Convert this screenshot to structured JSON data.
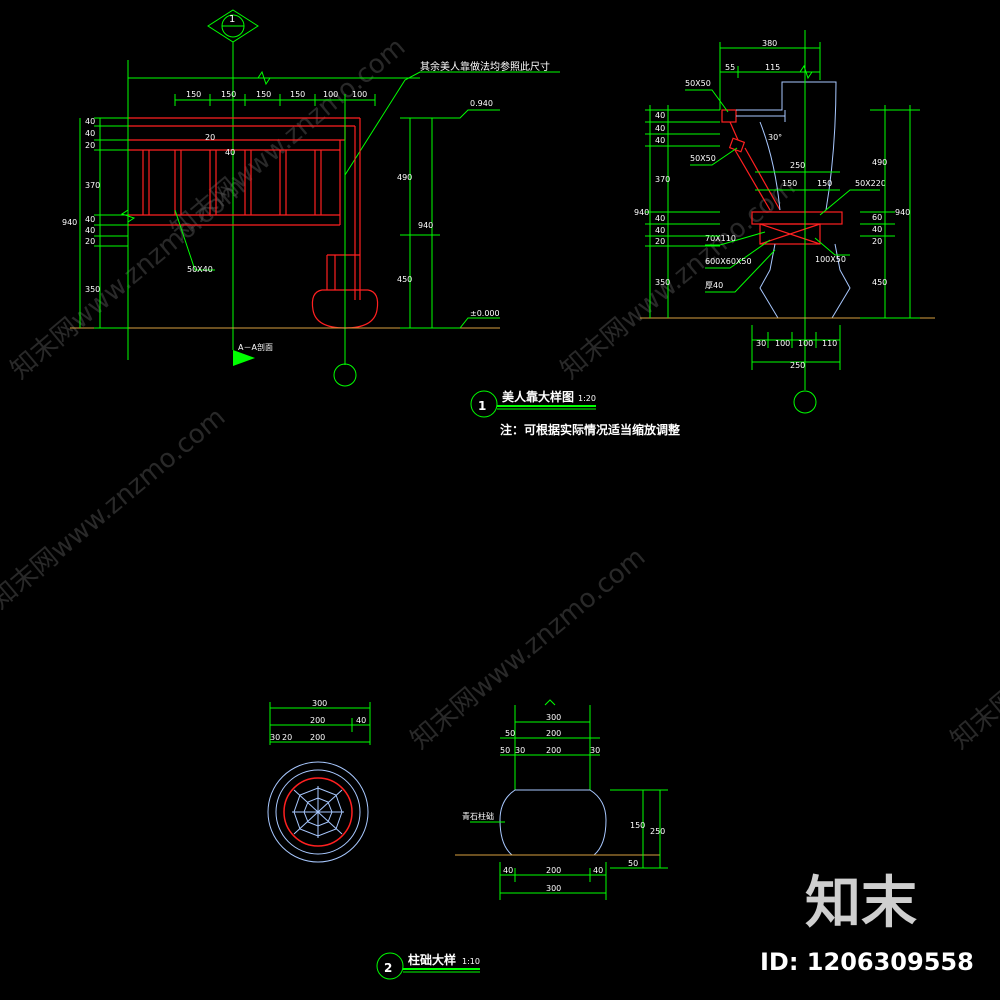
{
  "detail1": {
    "marker": "1",
    "title": "美人靠大样图",
    "scale": "1:20",
    "note": "注：可根据实际情况适当缩放调整",
    "elev_top": "0.940",
    "elev_ground": "±0.000",
    "section_label": "A－A剖面",
    "leader_label": "其余美人靠做法均参照此尺寸",
    "member_label": "50X40",
    "top_dims": [
      "150",
      "150",
      "150",
      "150",
      "100",
      "100"
    ],
    "left_dims": [
      "40",
      "40",
      "20",
      "370",
      "40",
      "40",
      "20",
      "350"
    ],
    "left_total": "940",
    "right_dims": [
      "490",
      "450"
    ],
    "right_total": "940",
    "small_dims": [
      "20",
      "40"
    ]
  },
  "section": {
    "top_dims": [
      "55",
      "115"
    ],
    "top_total": "380",
    "labels": [
      "50X50",
      "50X50",
      "70X110",
      "600X60X50",
      "厚40",
      "100X50",
      "50X220",
      "30°"
    ],
    "mid_dims": [
      "150",
      "150"
    ],
    "mid_total": "250",
    "left_dims": [
      "40",
      "40",
      "40",
      "370",
      "40",
      "40",
      "20",
      "350"
    ],
    "left_total": "940",
    "right_dims": [
      "490",
      "450"
    ],
    "right_total": "940",
    "right_small": [
      "60",
      "40",
      "20"
    ],
    "bottom_dims": [
      "30",
      "100",
      "100",
      "110"
    ],
    "bottom_total": "250"
  },
  "detail2": {
    "marker": "2",
    "title": "柱础大样",
    "scale": "1:10",
    "plan_dims": {
      "total": "300",
      "row2": [
        "200",
        "40"
      ],
      "row3": [
        "30",
        "20",
        "200"
      ]
    },
    "elev_dims": {
      "top": "300",
      "row2": [
        "50",
        "200"
      ],
      "row3": [
        "50",
        "30",
        "200",
        "30"
      ]
    },
    "elev_label": "青石柱础",
    "elev_right": [
      "150",
      "250",
      "50"
    ],
    "bottom_dims": [
      "40",
      "200",
      "40"
    ],
    "bottom_total": "300"
  },
  "watermark": {
    "text": "知末网www.znzmo.com"
  },
  "brand": {
    "logo": "知末",
    "id": "ID: 1206309558"
  },
  "colors": {
    "background": "#000000",
    "lines": "#00ff00",
    "member": "#ff2020",
    "outline": "#a8c8ff",
    "text": "#ffffff",
    "ground": "#d9a040"
  }
}
